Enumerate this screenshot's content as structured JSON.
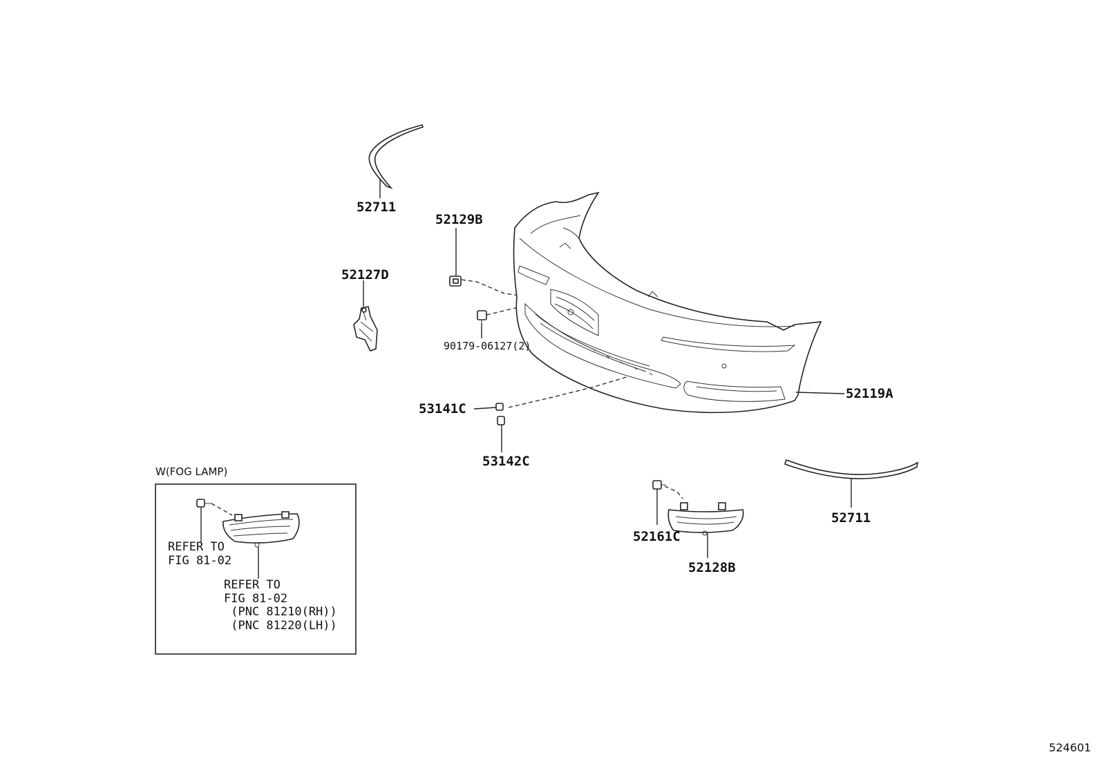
{
  "figure_id": "524601",
  "callouts": {
    "p52711_top": "52711",
    "p52129B": "52129B",
    "p52127D": "52127D",
    "p90179": "90179-06127(2)",
    "p52119A": "52119A",
    "p53141C": "53141C",
    "p53142C": "53142C",
    "p52711_right": "52711",
    "p52161C": "52161C",
    "p52128B": "52128B"
  },
  "fog_lamp_box": {
    "caption": "W(FOG LAMP)",
    "refer_1": "REFER TO\nFIG 81-02",
    "refer_2": "REFER TO\nFIG 81-02\n (PNC 81210(RH))\n (PNC 81220(LH))"
  }
}
